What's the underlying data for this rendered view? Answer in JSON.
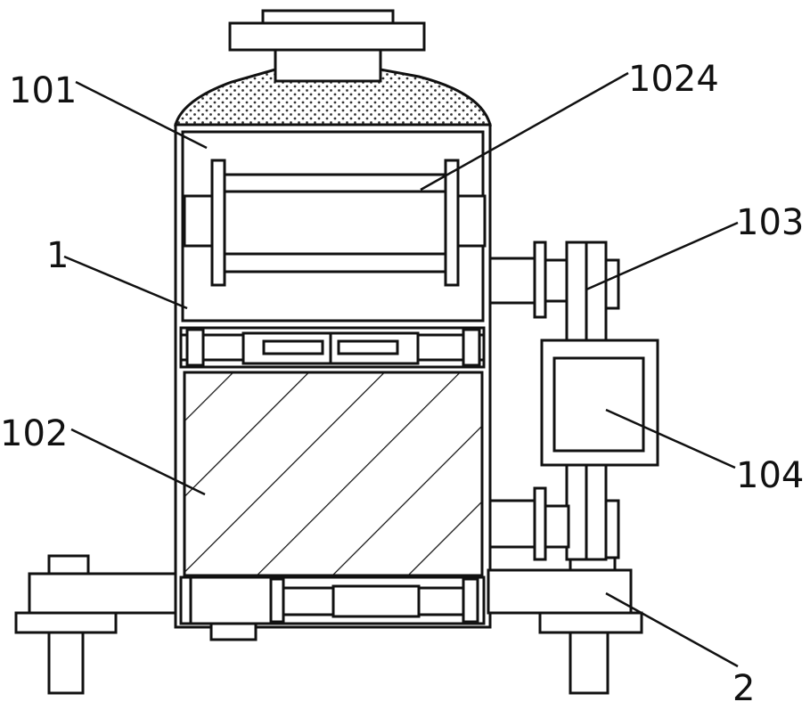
{
  "labels": {
    "l101": "101",
    "l1024": "1024",
    "l1": "1",
    "l103": "103",
    "l102": "102",
    "l104": "104",
    "l2": "2"
  },
  "colors": {
    "stroke": "#111111",
    "background": "#ffffff",
    "dot": "#333333"
  }
}
